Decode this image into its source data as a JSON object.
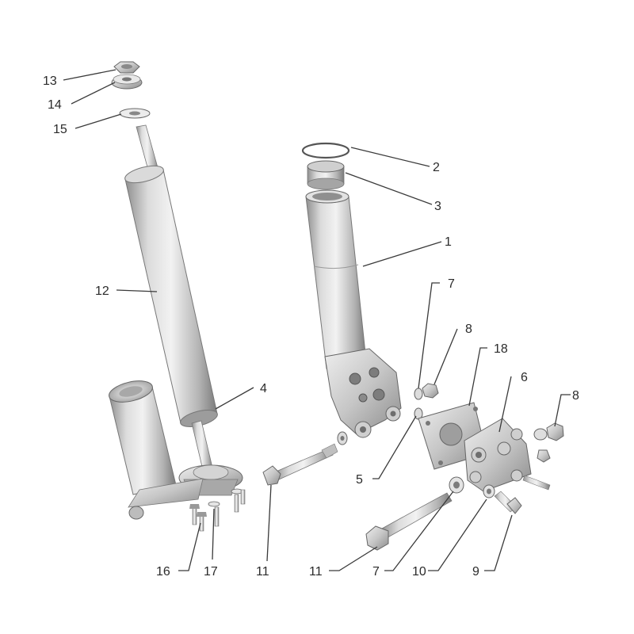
{
  "callouts": [
    {
      "id": "c13",
      "label": "13"
    },
    {
      "id": "c14",
      "label": "14"
    },
    {
      "id": "c15",
      "label": "15"
    },
    {
      "id": "c12",
      "label": "12"
    },
    {
      "id": "c4",
      "label": "4"
    },
    {
      "id": "c16",
      "label": "16"
    },
    {
      "id": "c17",
      "label": "17"
    },
    {
      "id": "c11a",
      "label": "11"
    },
    {
      "id": "c11b",
      "label": "11"
    },
    {
      "id": "c2",
      "label": "2"
    },
    {
      "id": "c3",
      "label": "3"
    },
    {
      "id": "c1",
      "label": "1"
    },
    {
      "id": "c7a",
      "label": "7"
    },
    {
      "id": "c8a",
      "label": "8"
    },
    {
      "id": "c18",
      "label": "18"
    },
    {
      "id": "c6",
      "label": "6"
    },
    {
      "id": "c8b",
      "label": "8"
    },
    {
      "id": "c5",
      "label": "5"
    },
    {
      "id": "c7b",
      "label": "7"
    },
    {
      "id": "c10",
      "label": "10"
    },
    {
      "id": "c9",
      "label": "9"
    }
  ]
}
